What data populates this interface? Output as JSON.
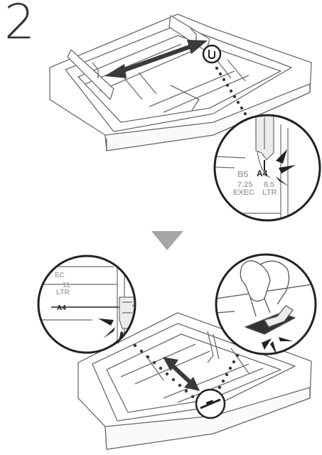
{
  "step": {
    "number": "2"
  },
  "zoom_top": {
    "labels": {
      "b5": "B5",
      "a4": "A4",
      "exec_size": "7.25",
      "exec": "EXEC",
      "ltr_size": "8.5",
      "ltr": "LTR"
    }
  },
  "zoom_bottom_left": {
    "labels": {
      "ec": "EC",
      "ltr_size": "11",
      "ltr": "LTR",
      "a4": "A4"
    }
  },
  "colors": {
    "line": "#6b6b6b",
    "arrow": "#3a3a3a",
    "triangle": "#a6a6a6",
    "outline": "#555555"
  },
  "icons": {
    "down_arrow": "down-triangle-icon",
    "double_arrow": "double-arrow-icon"
  }
}
